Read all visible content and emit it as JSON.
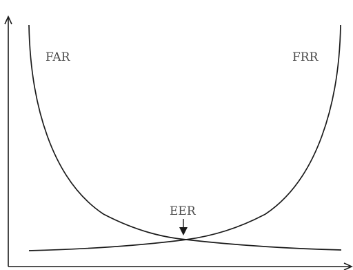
{
  "labels": {
    "far": "FAR",
    "frr": "FRR",
    "eer": "EER"
  },
  "colors": {
    "curve": "#1a1a1a",
    "axis": "#1a1a1a",
    "text": "#4a4a4a",
    "background": "#ffffff"
  }
}
